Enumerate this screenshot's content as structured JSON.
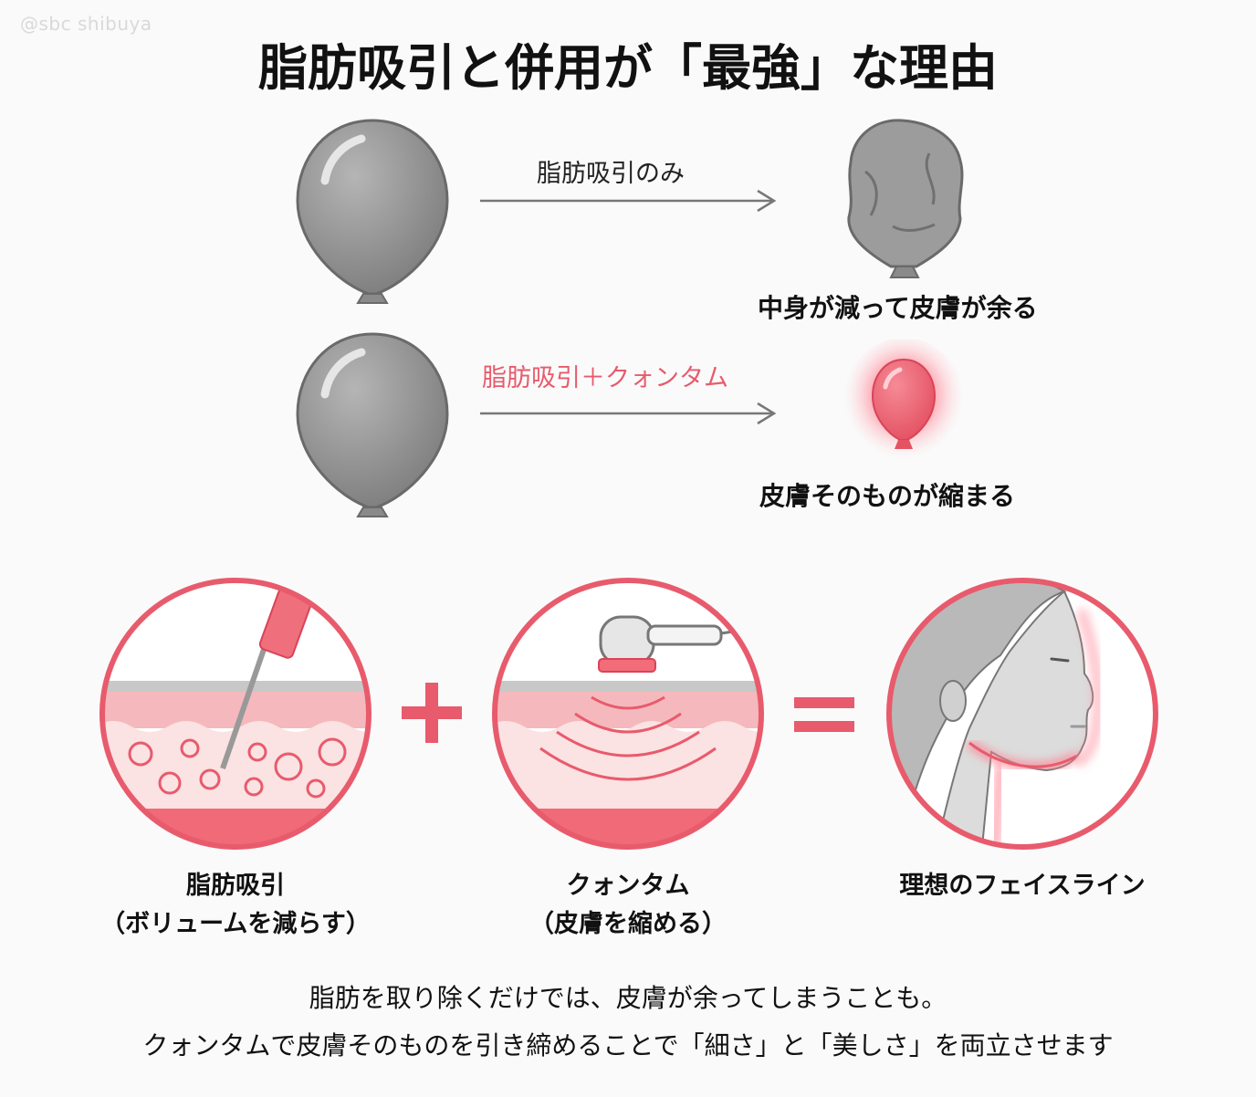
{
  "watermark": "@sbc shibuya",
  "title": "脂肪吸引と併用が「最強」な理由",
  "comparison": {
    "row1": {
      "arrow_label": "脂肪吸引のみ",
      "result_label": "中身が減って皮膚が余る"
    },
    "row2": {
      "arrow_label": "脂肪吸引＋クォンタム",
      "result_label": "皮膚そのものが縮まる"
    }
  },
  "formula": {
    "item1": {
      "line1": "脂肪吸引",
      "line2": "（ボリュームを減らす）"
    },
    "operator_plus": "+",
    "item2": {
      "line1": "クォンタム",
      "line2": "（皮膚を縮める）"
    },
    "operator_equals": "=",
    "item3": {
      "line1": "理想のフェイスライン"
    }
  },
  "footer": {
    "line1": "脂肪を取り除くだけでは、皮膚が余ってしまうことも。",
    "line2": "クォンタムで皮膚そのものを引き締めることで「細さ」と「美しさ」を両立させます"
  },
  "colors": {
    "accent": "#e85b6c",
    "balloon_gray": "#8e8e8e",
    "skin_pink": "#f6c7c8",
    "fat_red": "#ee6a76"
  }
}
